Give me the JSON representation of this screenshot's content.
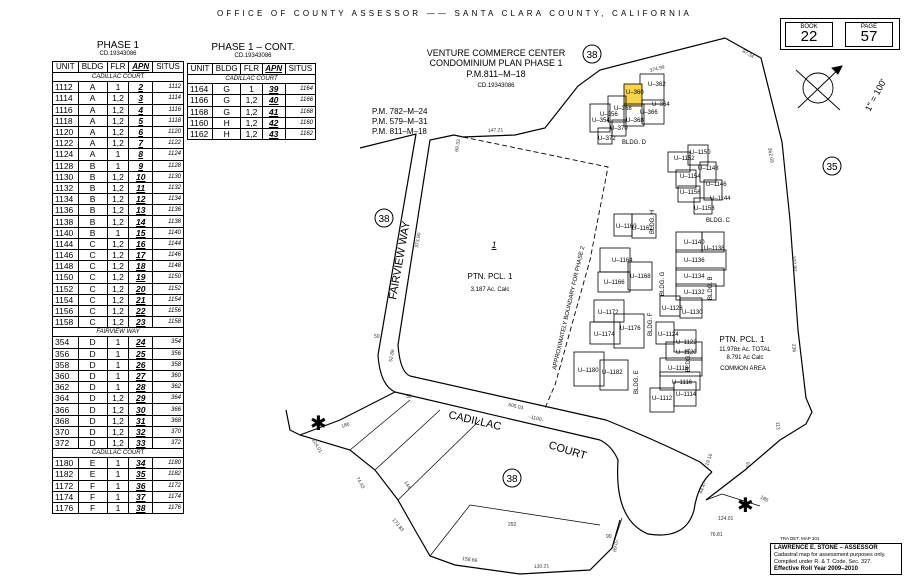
{
  "header": "OFFICE OF COUNTY ASSESSOR —— SANTA CLARA COUNTY, CALIFORNIA",
  "book": {
    "book_label": "BOOK",
    "book_value": "22",
    "page_label": "PAGE",
    "page_value": "57"
  },
  "table1": {
    "title": "PHASE 1",
    "subtitle": "CD.19343086",
    "headers": [
      "UNIT",
      "BLDG",
      "FLR",
      "APN",
      "SITUS"
    ],
    "sections": [
      {
        "name": "CADILLAC COURT",
        "rows": [
          [
            "1112",
            "A",
            "1",
            "2",
            "1112"
          ],
          [
            "1114",
            "A",
            "1,2",
            "3",
            "1114"
          ],
          [
            "1116",
            "A",
            "1,2",
            "4",
            "1116"
          ],
          [
            "1118",
            "A",
            "1,2",
            "5",
            "1118"
          ],
          [
            "1120",
            "A",
            "1,2",
            "6",
            "1120"
          ],
          [
            "1122",
            "A",
            "1,2",
            "7",
            "1122"
          ],
          [
            "1124",
            "A",
            "1",
            "8",
            "1124"
          ],
          [
            "1128",
            "B",
            "1",
            "9",
            "1128"
          ],
          [
            "1130",
            "B",
            "1,2",
            "10",
            "1130"
          ],
          [
            "1132",
            "B",
            "1,2",
            "11",
            "1132"
          ],
          [
            "1134",
            "B",
            "1,2",
            "12",
            "1134"
          ],
          [
            "1136",
            "B",
            "1,2",
            "13",
            "1136"
          ],
          [
            "1138",
            "B",
            "1,2",
            "14",
            "1138"
          ],
          [
            "1140",
            "B",
            "1",
            "15",
            "1140"
          ],
          [
            "1144",
            "C",
            "1,2",
            "16",
            "1144"
          ],
          [
            "1146",
            "C",
            "1,2",
            "17",
            "1146"
          ],
          [
            "1148",
            "C",
            "1,2",
            "18",
            "1148"
          ],
          [
            "1150",
            "C",
            "1,2",
            "19",
            "1150"
          ],
          [
            "1152",
            "C",
            "1,2",
            "20",
            "1152"
          ],
          [
            "1154",
            "C",
            "1,2",
            "21",
            "1154"
          ],
          [
            "1156",
            "C",
            "1,2",
            "22",
            "1156"
          ],
          [
            "1158",
            "C",
            "1,2",
            "23",
            "1158"
          ]
        ]
      },
      {
        "name": "FAIRVIEW WAY",
        "rows": [
          [
            "354",
            "D",
            "1",
            "24",
            "354"
          ],
          [
            "356",
            "D",
            "1",
            "25",
            "356"
          ],
          [
            "358",
            "D",
            "1",
            "26",
            "358"
          ],
          [
            "360",
            "D",
            "1",
            "27",
            "360"
          ],
          [
            "362",
            "D",
            "1",
            "28",
            "362"
          ],
          [
            "364",
            "D",
            "1,2",
            "29",
            "364"
          ],
          [
            "366",
            "D",
            "1,2",
            "30",
            "366"
          ],
          [
            "368",
            "D",
            "1,2",
            "31",
            "368"
          ],
          [
            "370",
            "D",
            "1,2",
            "32",
            "370"
          ],
          [
            "372",
            "D",
            "1,2",
            "33",
            "372"
          ]
        ]
      },
      {
        "name": "CADILLAC COURT",
        "rows": [
          [
            "1180",
            "E",
            "1",
            "34",
            "1180"
          ],
          [
            "1182",
            "E",
            "1",
            "35",
            "1182"
          ],
          [
            "1172",
            "F",
            "1",
            "36",
            "1172"
          ],
          [
            "1174",
            "F",
            "1",
            "37",
            "1174"
          ],
          [
            "1176",
            "F",
            "1",
            "38",
            "1176"
          ]
        ]
      }
    ]
  },
  "table2": {
    "title": "PHASE 1 – CONT.",
    "subtitle": "CD.19343086",
    "headers": [
      "UNIT",
      "BLDG",
      "FLR",
      "APN",
      "SITUS"
    ],
    "sections": [
      {
        "name": "CADILLAC COURT",
        "rows": [
          [
            "1164",
            "G",
            "1",
            "39",
            "1164"
          ],
          [
            "1166",
            "G",
            "1,2",
            "40",
            "1166"
          ],
          [
            "1168",
            "G",
            "1,2",
            "41",
            "1168"
          ],
          [
            "1160",
            "H",
            "1,2",
            "42",
            "1160"
          ],
          [
            "1162",
            "H",
            "1,2",
            "43",
            "1162"
          ]
        ]
      }
    ]
  },
  "map": {
    "project_title_1": "VENTURE COMMERCE CENTER",
    "project_title_2": "CONDOMINIUM PLAN PHASE 1",
    "pm_ref": "P.M.811–M–18",
    "cd_ref": "CD.19343086",
    "pm_list": [
      "P.M. 782–M–24",
      "P.M. 579–M–31",
      "P.M. 811–M–18"
    ],
    "street_fairview": "FAIRVIEW WAY",
    "street_cadillac": "CADILLAC",
    "street_court": "COURT",
    "parcel1_number": "1",
    "parcel1_title": "PTN. PCL. 1",
    "parcel1_area": "3.187 Ac. Calc",
    "phase2_label": "APPROXIMATELY BOUNDARY FOR PHASE 2",
    "parcel2_title": "PTN. PCL. 1",
    "parcel2_area1": "11.978± Ac. TOTAL",
    "parcel2_area2": "8.791 Ac Calc",
    "common_area": "COMMON AREA",
    "map_refs": [
      "38",
      "38",
      "38",
      "35"
    ],
    "scale": "1\" = 100'",
    "bldg_labels": [
      "BLDG. D",
      "BLDG. C",
      "BLDG. H",
      "BLDG. G",
      "BLDG. B",
      "BLDG. F",
      "BLDG. A",
      "BLDG. E"
    ],
    "units": {
      "d": [
        "U–362",
        "U–360",
        "U–364",
        "U–354",
        "U–356",
        "U–358",
        "U–366",
        "U–368",
        "U–370",
        "U–372"
      ],
      "c": [
        "U–1150",
        "U–1152",
        "U–1148",
        "U–1154",
        "U–1146",
        "U–1156",
        "U–1144",
        "U–1158"
      ],
      "h": [
        "U–1160",
        "U–1162"
      ],
      "g": [
        "U–1164",
        "U–1166",
        "U–1168"
      ],
      "b": [
        "U–1140",
        "U–1138",
        "U–1136",
        "U–1134",
        "U–1132",
        "U–1128",
        "U–1130"
      ],
      "f": [
        "U–1172",
        "U–1174",
        "U–1176"
      ],
      "a": [
        "U–1124",
        "U–1122",
        "U–1120",
        "U–1118",
        "U–1116",
        "U–1112",
        "U–1114"
      ],
      "e": [
        "U–1180",
        "U–1182"
      ]
    },
    "dimensions": [
      "374.99",
      "87.34",
      "362.09",
      "102.80",
      "236",
      "113",
      "91",
      "186",
      "147.21",
      "69.33",
      "373.90",
      "50",
      "52.86",
      "605.03",
      "–1100–",
      "50",
      "186",
      "124.01",
      "144",
      "74.43",
      "173.83",
      "158.66",
      "130.21",
      "292",
      "90",
      "69.07",
      "76.81",
      "124.01",
      "44.47",
      "19.16"
    ],
    "tra_note": "TRA DET. MAP 101",
    "highlight_color": "#f7d44c"
  },
  "footer": {
    "line1": "LAWRENCE E. STONE – ASSESSOR",
    "line2": "Cadastral map for assessment purposes only.",
    "line3": "Compiled under R. & T. Code, Sec. 327.",
    "line4": "Effective Roll Year 2009–2010"
  }
}
